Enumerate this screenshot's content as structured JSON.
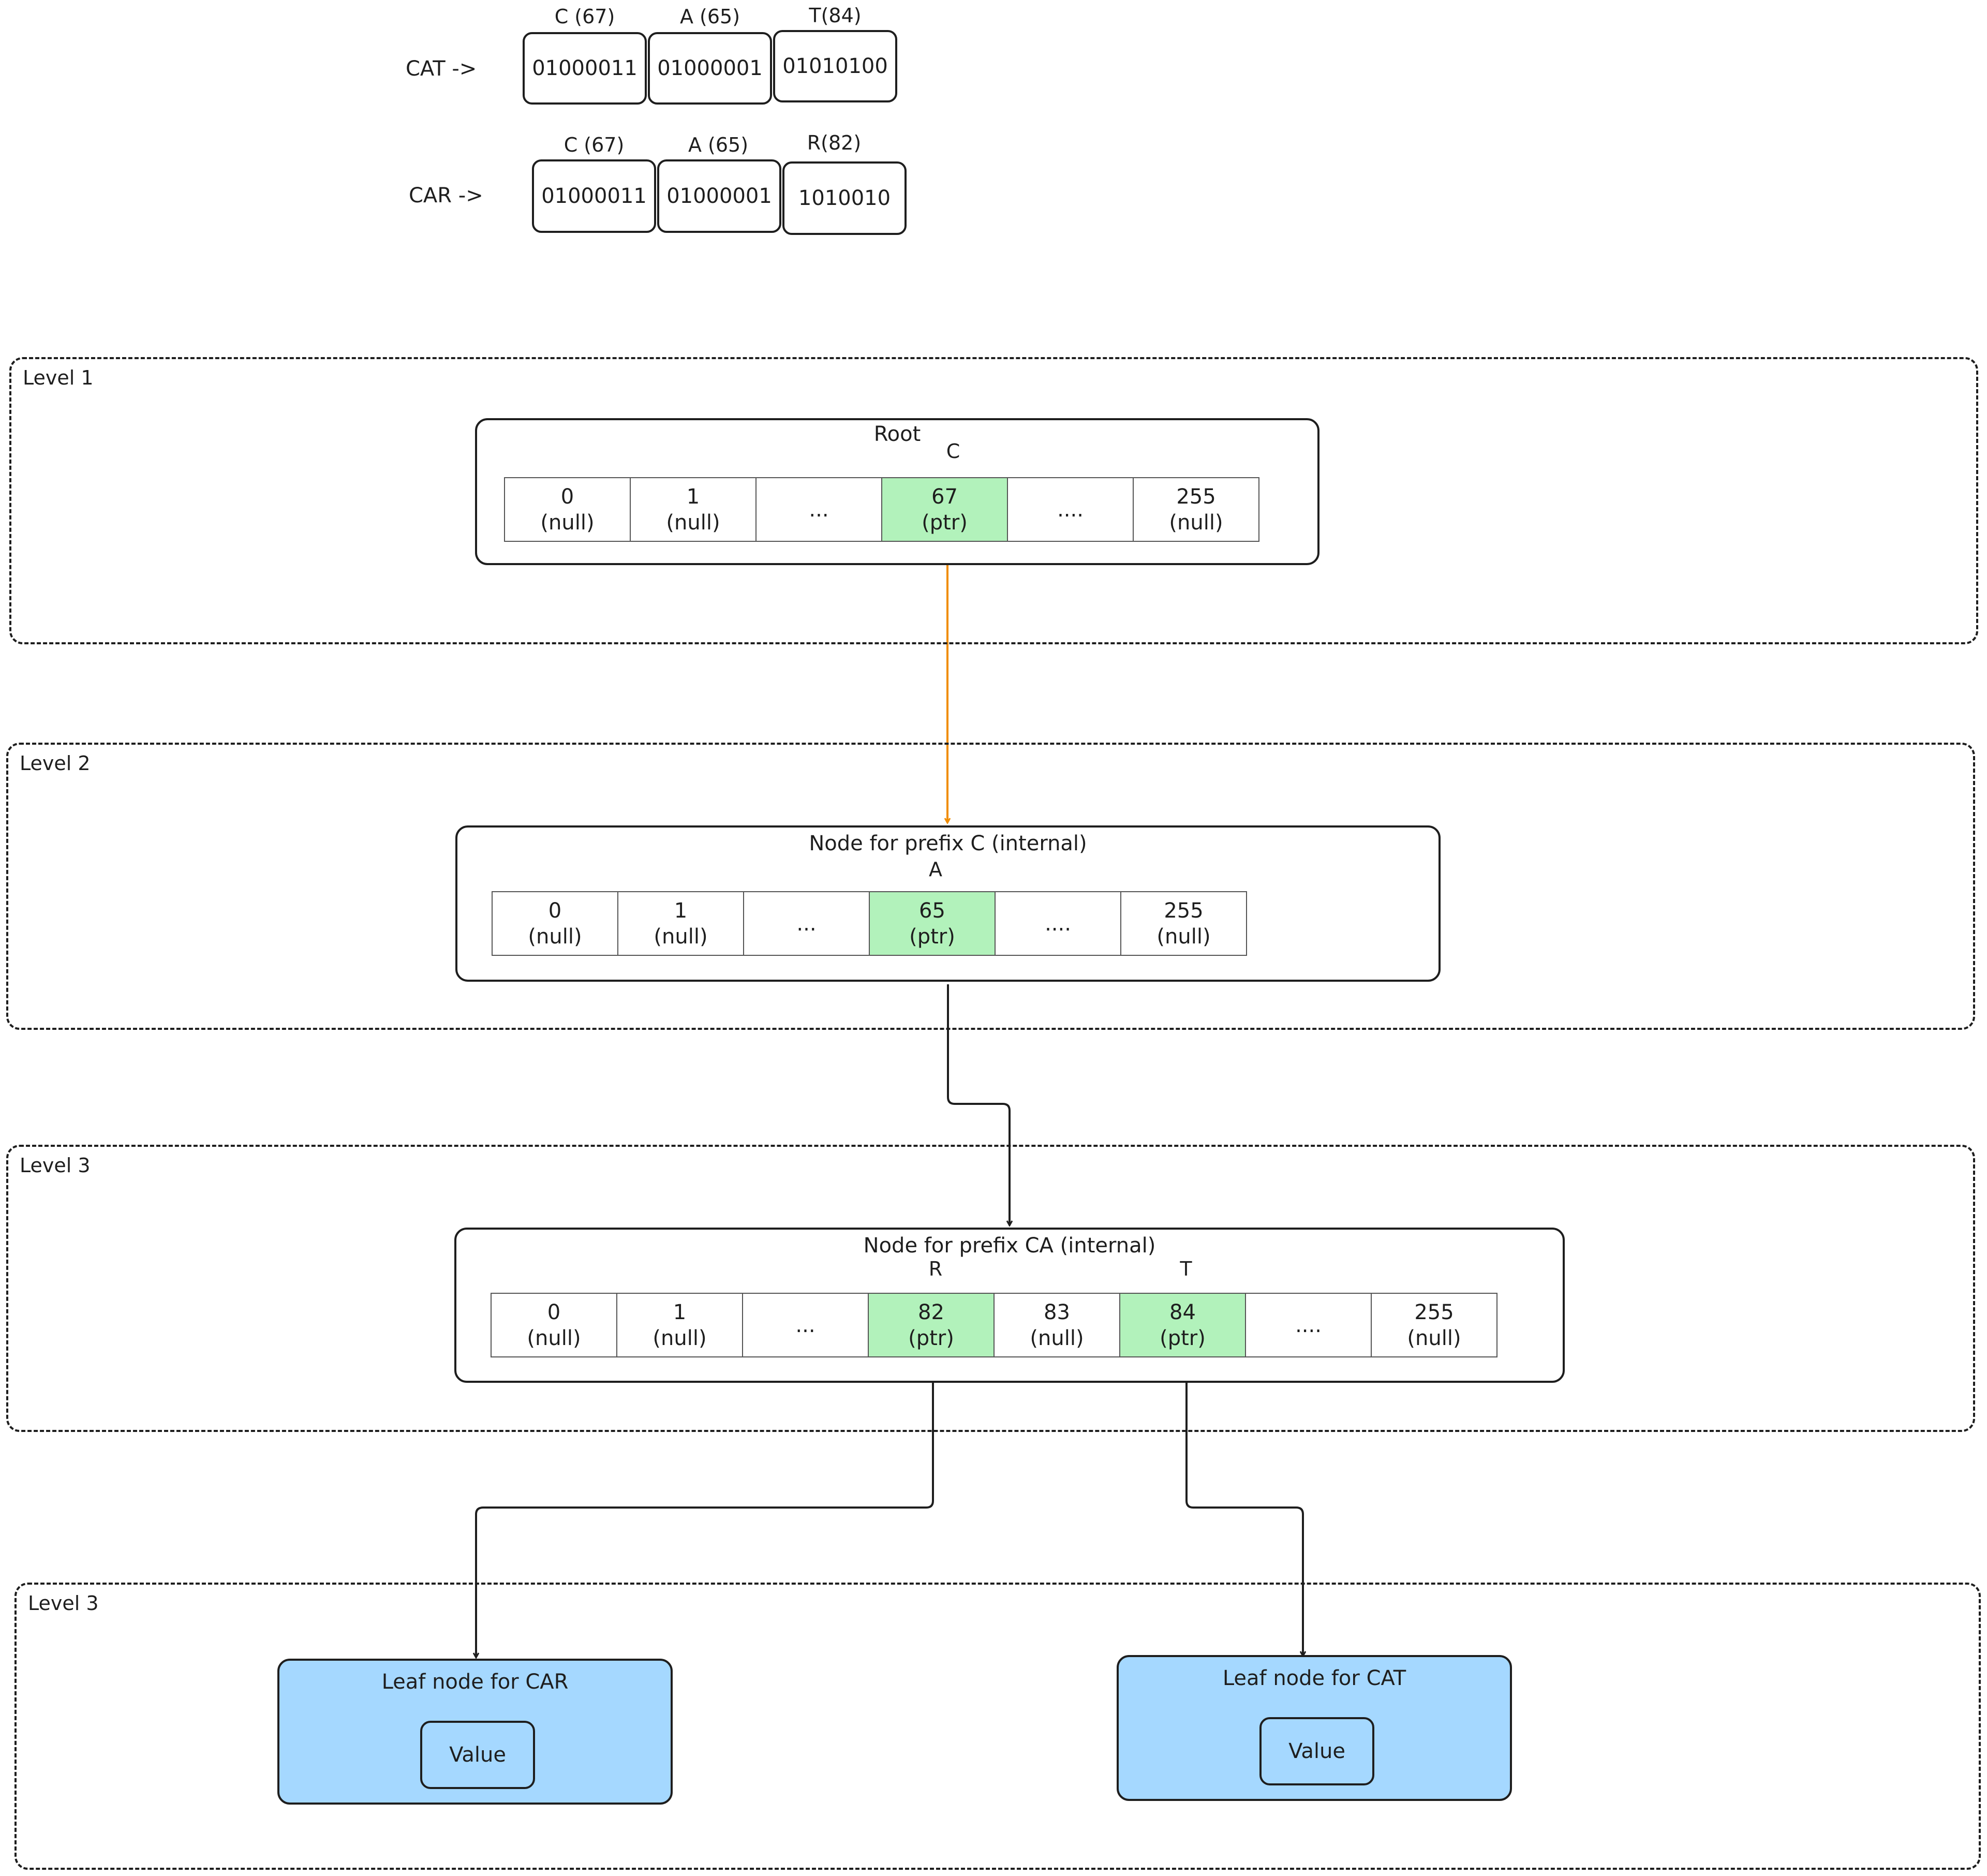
{
  "encodings": [
    {
      "word": "CAT ->",
      "bytes": [
        {
          "label": "C (67)",
          "bits": "01000011"
        },
        {
          "label": "A (65)",
          "bits": "01000001"
        },
        {
          "label": "T(84)",
          "bits": "01010100"
        }
      ]
    },
    {
      "word": "CAR ->",
      "bytes": [
        {
          "label": "C (67)",
          "bits": "01000011"
        },
        {
          "label": "A (65)",
          "bits": "01000001"
        },
        {
          "label": "R(82)",
          "bits": "1010010"
        }
      ]
    }
  ],
  "levels": [
    {
      "label": "Level 1"
    },
    {
      "label": "Level 2"
    },
    {
      "label": "Level 3"
    },
    {
      "label": "Level 3"
    }
  ],
  "nodes": [
    {
      "title": "Root",
      "keys": [
        "C"
      ],
      "cells": [
        {
          "top": "0",
          "bottom": "(null)",
          "ptr": false
        },
        {
          "top": "1",
          "bottom": "(null)",
          "ptr": false
        },
        {
          "top": "...",
          "bottom": "",
          "ptr": false
        },
        {
          "top": "67",
          "bottom": "(ptr)",
          "ptr": true
        },
        {
          "top": "....",
          "bottom": "",
          "ptr": false
        },
        {
          "top": "255",
          "bottom": "(null)",
          "ptr": false
        }
      ]
    },
    {
      "title": "Node for prefix C (internal)",
      "keys": [
        "A"
      ],
      "cells": [
        {
          "top": "0",
          "bottom": "(null)",
          "ptr": false
        },
        {
          "top": "1",
          "bottom": "(null)",
          "ptr": false
        },
        {
          "top": "...",
          "bottom": "",
          "ptr": false
        },
        {
          "top": "65",
          "bottom": "(ptr)",
          "ptr": true
        },
        {
          "top": "....",
          "bottom": "",
          "ptr": false
        },
        {
          "top": "255",
          "bottom": "(null)",
          "ptr": false
        }
      ]
    },
    {
      "title": "Node for prefix CA (internal)",
      "keys": [
        "R",
        "T"
      ],
      "cells": [
        {
          "top": "0",
          "bottom": "(null)",
          "ptr": false
        },
        {
          "top": "1",
          "bottom": "(null)",
          "ptr": false
        },
        {
          "top": "...",
          "bottom": "",
          "ptr": false
        },
        {
          "top": "82",
          "bottom": "(ptr)",
          "ptr": true
        },
        {
          "top": "83",
          "bottom": "(null)",
          "ptr": false
        },
        {
          "top": "84",
          "bottom": "(ptr)",
          "ptr": true
        },
        {
          "top": "....",
          "bottom": "",
          "ptr": false
        },
        {
          "top": "255",
          "bottom": "(null)",
          "ptr": false
        }
      ]
    }
  ],
  "leaves": [
    {
      "title": "Leaf node for CAR",
      "value": "Value"
    },
    {
      "title": "Leaf node for CAT",
      "value": "Value"
    }
  ],
  "colors": {
    "stroke": "#1e1e1e",
    "ptr_cell": "#b2f2bb",
    "leaf_fill": "#a5d8ff",
    "root_edge": "#f08c00"
  }
}
